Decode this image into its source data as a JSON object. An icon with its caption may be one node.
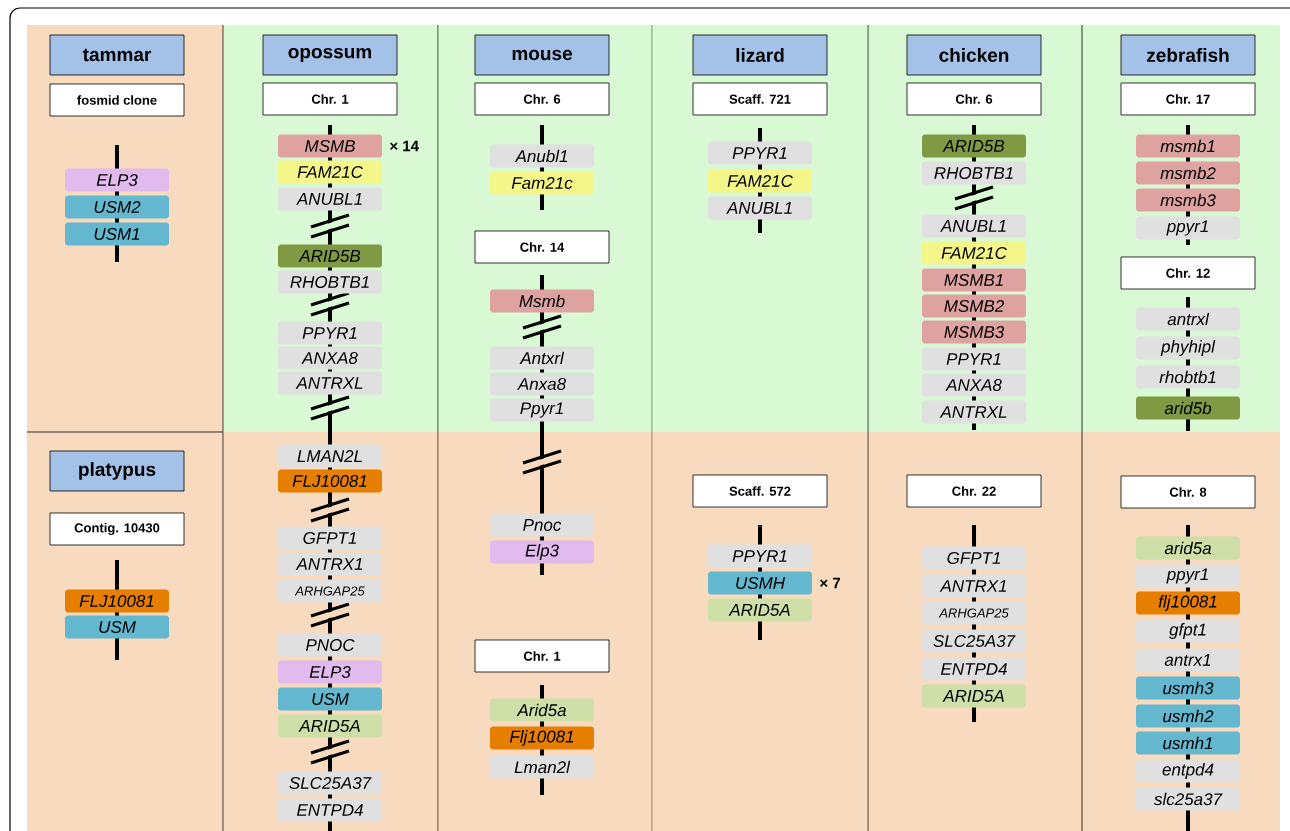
{
  "diagram": {
    "nodes": [
      {
        "text": [
          "tammar"
        ]
      },
      {
        "text": [
          "fosmid clone"
        ]
      },
      {
        "text": [
          "ELP3"
        ]
      },
      {
        "text": [
          "USM2"
        ]
      },
      {
        "text": [
          "USM1"
        ]
      },
      {
        "text": [
          "platypus"
        ]
      },
      {
        "text": [
          "Contig. 10430"
        ]
      },
      {
        "text": [
          "FLJ10081"
        ]
      },
      {
        "text": [
          "USM"
        ]
      },
      {
        "text": [
          "opossum"
        ]
      },
      {
        "text": [
          "Chr. 1"
        ]
      },
      {
        "text": [
          "MSMB"
        ],
        "beside": [
          "× 14"
        ]
      },
      {
        "text": [
          "FAM21C"
        ]
      },
      {
        "text": [
          "ANUBL1"
        ]
      },
      {
        "text": [
          "ARID5B"
        ]
      },
      {
        "text": [
          "RHOBTB1"
        ]
      },
      {
        "text": [
          "PPYR1"
        ]
      },
      {
        "text": [
          "ANXA8"
        ]
      },
      {
        "text": [
          "ANTRXL"
        ]
      },
      {
        "text": [
          "LMAN2L"
        ]
      },
      {
        "text": [
          "FLJ10081"
        ]
      },
      {
        "text": [
          "GFPT1"
        ]
      },
      {
        "text": [
          "ANTRX1"
        ]
      },
      {
        "text": [
          "ARHGAP25"
        ]
      },
      {
        "text": [
          "PNOC"
        ]
      },
      {
        "text": [
          "ELP3"
        ]
      },
      {
        "text": [
          "USM"
        ]
      },
      {
        "text": [
          "ARID5A"
        ]
      },
      {
        "text": [
          "SLC25A37"
        ]
      },
      {
        "text": [
          "ENTPD4"
        ]
      },
      {
        "text": [
          "mouse"
        ]
      },
      {
        "text": [
          "Chr. 6"
        ]
      },
      {
        "text": [
          "Anubl1"
        ]
      },
      {
        "text": [
          "Fam21c"
        ]
      },
      {
        "text": [
          "Chr. 14"
        ]
      },
      {
        "text": [
          "Msmb"
        ]
      },
      {
        "text": [
          "Antxrl"
        ]
      },
      {
        "text": [
          "Anxa8"
        ]
      },
      {
        "text": [
          "Ppyr1"
        ]
      },
      {
        "text": [
          "Pnoc"
        ]
      },
      {
        "text": [
          "Elp3"
        ]
      },
      {
        "text": [
          "Chr. 1"
        ]
      },
      {
        "text": [
          "Arid5a"
        ]
      },
      {
        "text": [
          "Flj10081"
        ]
      },
      {
        "text": [
          "Lman2l"
        ]
      },
      {
        "text": [
          "lizard"
        ]
      },
      {
        "text": [
          "Scaff. 721"
        ]
      },
      {
        "text": [
          "PPYR1"
        ]
      },
      {
        "text": [
          "FAM21C"
        ]
      },
      {
        "text": [
          "ANUBL1"
        ]
      },
      {
        "text": [
          "Scaff. 572"
        ]
      },
      {
        "text": [
          "PPYR1"
        ]
      },
      {
        "text": [
          "USMH"
        ],
        "beside": [
          "× 7"
        ]
      },
      {
        "text": [
          "ARID5A"
        ]
      },
      {
        "text": [
          "chicken"
        ]
      },
      {
        "text": [
          "Chr. 6"
        ]
      },
      {
        "text": [
          "ARID5B"
        ]
      },
      {
        "text": [
          "RHOBTB1"
        ]
      },
      {
        "text": [
          "ANUBL1"
        ]
      },
      {
        "text": [
          "FAM21C"
        ]
      },
      {
        "text": [
          "MSMB1"
        ]
      },
      {
        "text": [
          "MSMB2"
        ]
      },
      {
        "text": [
          "MSMB3"
        ]
      },
      {
        "text": [
          "PPYR1"
        ]
      },
      {
        "text": [
          "ANXA8"
        ]
      },
      {
        "text": [
          "ANTRXL"
        ]
      },
      {
        "text": [
          "Chr. 22"
        ]
      },
      {
        "text": [
          "GFPT1"
        ]
      },
      {
        "text": [
          "ANTRX1"
        ]
      },
      {
        "text": [
          "ARHGAP25"
        ]
      },
      {
        "text": [
          "SLC25A37"
        ]
      },
      {
        "text": [
          "ENTPD4"
        ]
      },
      {
        "text": [
          "ARID5A"
        ]
      },
      {
        "text": [
          "zebrafish"
        ]
      },
      {
        "text": [
          "Chr. 17"
        ]
      },
      {
        "text": [
          "msmb1"
        ]
      },
      {
        "text": [
          "msmb2"
        ]
      },
      {
        "text": [
          "msmb3"
        ]
      },
      {
        "text": [
          "ppyr1"
        ]
      },
      {
        "text": [
          "Chr. 12"
        ]
      },
      {
        "text": [
          "antrxl"
        ]
      },
      {
        "text": [
          "phyhipl"
        ]
      },
      {
        "text": [
          "rhobtb1"
        ]
      },
      {
        "text": [
          "arid5b"
        ]
      },
      {
        "text": [
          "Chr. 8"
        ]
      },
      {
        "text": [
          "arid5a"
        ]
      },
      {
        "text": [
          "ppyr1"
        ]
      },
      {
        "text": [
          "flj10081"
        ]
      },
      {
        "text": [
          "gfpt1"
        ]
      },
      {
        "text": [
          "antrx1"
        ]
      },
      {
        "text": [
          "usmh3"
        ]
      },
      {
        "text": [
          "usmh2"
        ]
      },
      {
        "text": [
          "usmh1"
        ]
      },
      {
        "text": [
          "entpd4"
        ]
      },
      {
        "text": [
          "slc25a37"
        ]
      }
    ]
  }
}
